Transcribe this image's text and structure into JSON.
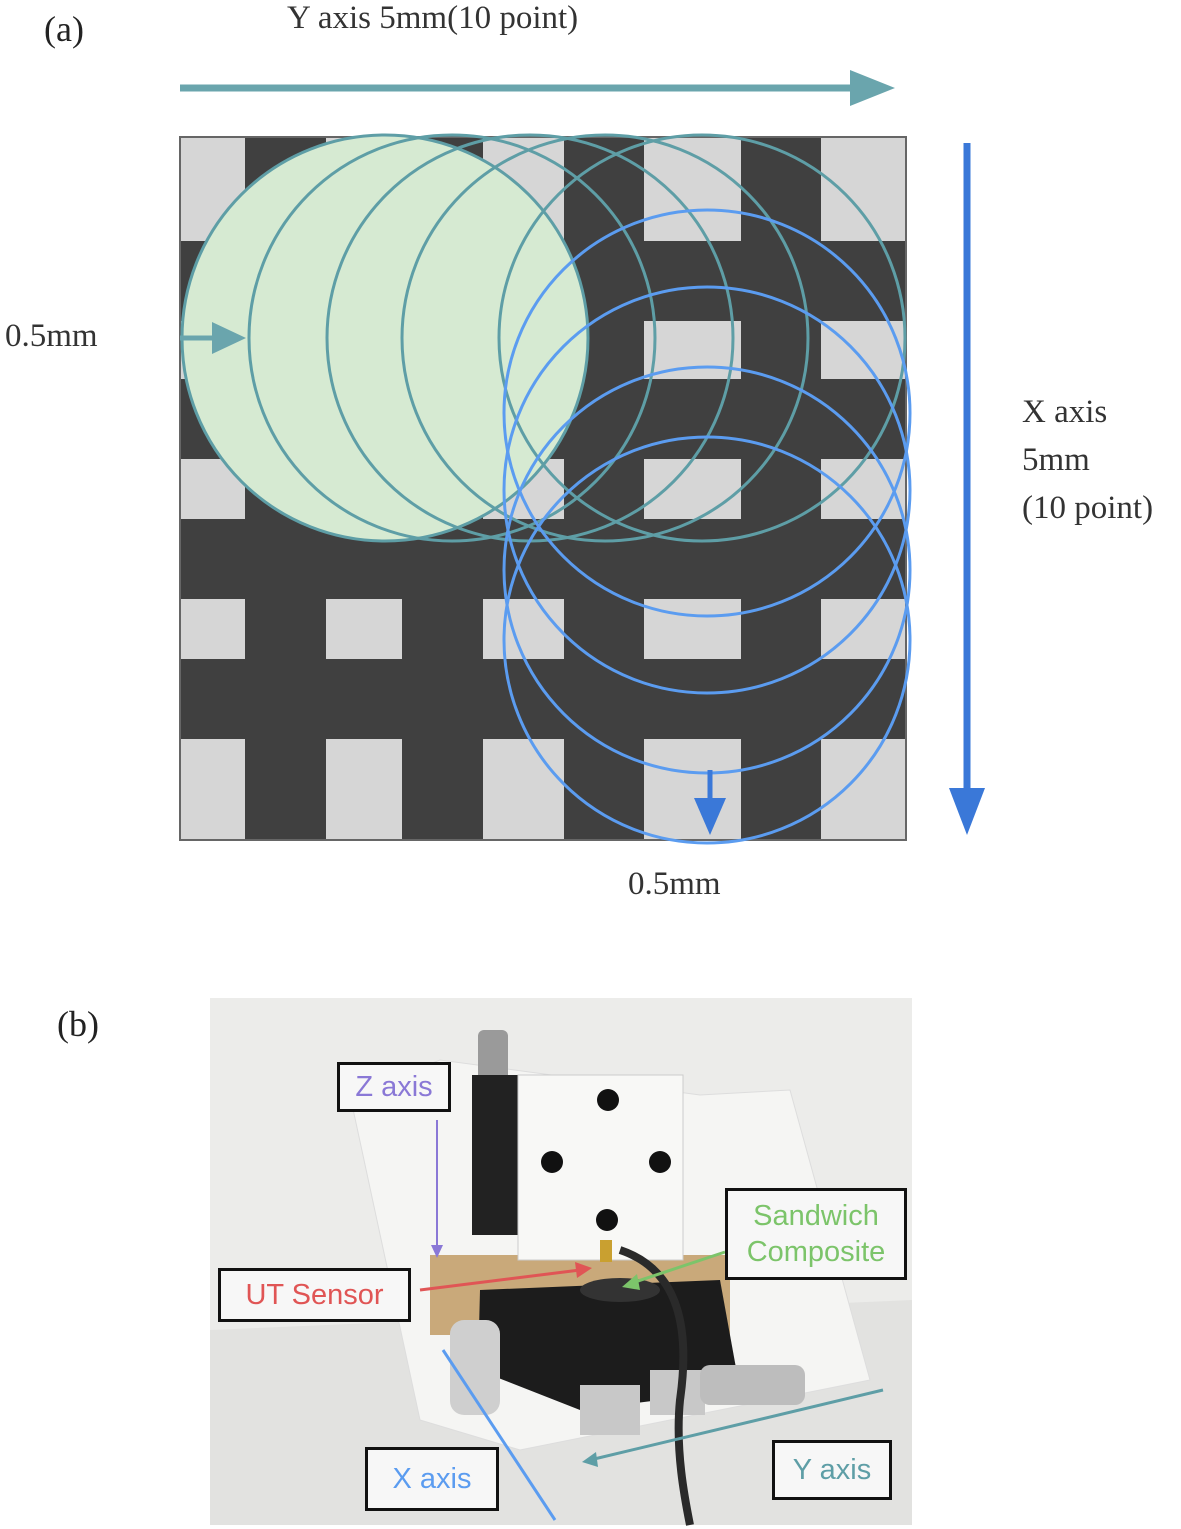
{
  "panel_a": {
    "label": "(a)",
    "y_axis_label": "Y axis 5mm(10 point)",
    "x_axis_label_lines": [
      "X axis",
      "5mm",
      "(10 point)"
    ],
    "step_left_label": "0.5mm",
    "step_bottom_label": "0.5mm",
    "colors": {
      "y_arrow": "#6aa5ad",
      "x_arrow": "#3a78d8",
      "teal_circles": "#5e9ea6",
      "blue_circles": "#5b9cf0",
      "fill": "#d6ead2",
      "dark": "#404040",
      "light": "#d6d6d6"
    }
  },
  "panel_b": {
    "label": "(b)",
    "labels": {
      "z_axis": "Z axis",
      "ut_sensor": "UT Sensor",
      "sandwich_composite_lines": [
        "Sandwich",
        "Composite"
      ],
      "x_axis": "X axis",
      "y_axis": "Y axis"
    },
    "colors": {
      "z_axis": "#8a78d6",
      "ut_sensor": "#e05555",
      "sandwich": "#7cc46a",
      "x_axis": "#5b9cf0",
      "y_axis": "#5e9ea6"
    }
  }
}
